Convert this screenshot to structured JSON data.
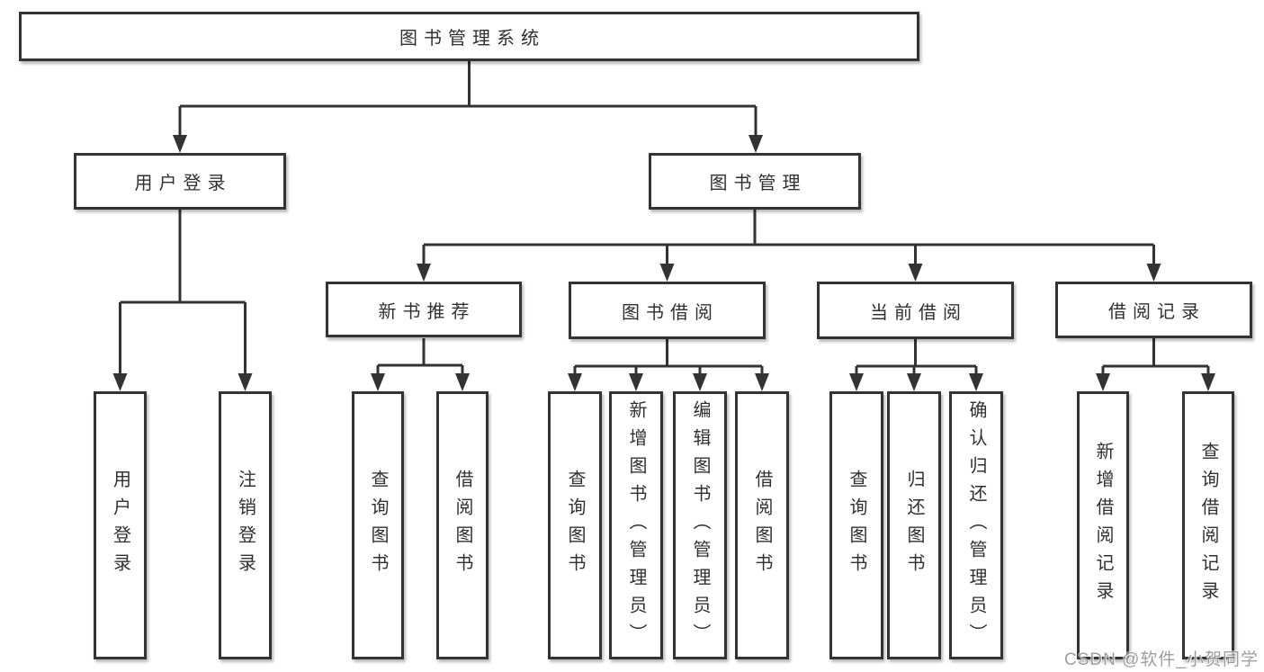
{
  "diagram_type": "org-chart",
  "watermark": "CSDN @软件_小贺同学",
  "colors": {
    "line": "#333333",
    "box_border": "#333333",
    "box_background": "#ffffff",
    "text": "#303030",
    "watermark": "#949494"
  },
  "tree": {
    "root": {
      "label": "图书管理系统"
    },
    "level2": [
      {
        "label": "用户登录",
        "children": [
          {
            "label": "用户登录"
          },
          {
            "label": "注销登录"
          }
        ]
      },
      {
        "label": "图书管理",
        "children": [
          {
            "label": "新书推荐",
            "children": [
              {
                "label": "查询图书"
              },
              {
                "label": "借阅图书"
              }
            ]
          },
          {
            "label": "图书借阅",
            "children": [
              {
                "label": "查询图书"
              },
              {
                "label": "新增图书（管理员）"
              },
              {
                "label": "编辑图书（管理员）"
              },
              {
                "label": "借阅图书"
              }
            ]
          },
          {
            "label": "当前借阅",
            "children": [
              {
                "label": "查询图书"
              },
              {
                "label": "归还图书"
              },
              {
                "label": "确认归还（管理员）"
              }
            ]
          },
          {
            "label": "借阅记录",
            "children": [
              {
                "label": "新增借阅记录"
              },
              {
                "label": "查询借阅记录"
              }
            ]
          }
        ]
      }
    ]
  }
}
